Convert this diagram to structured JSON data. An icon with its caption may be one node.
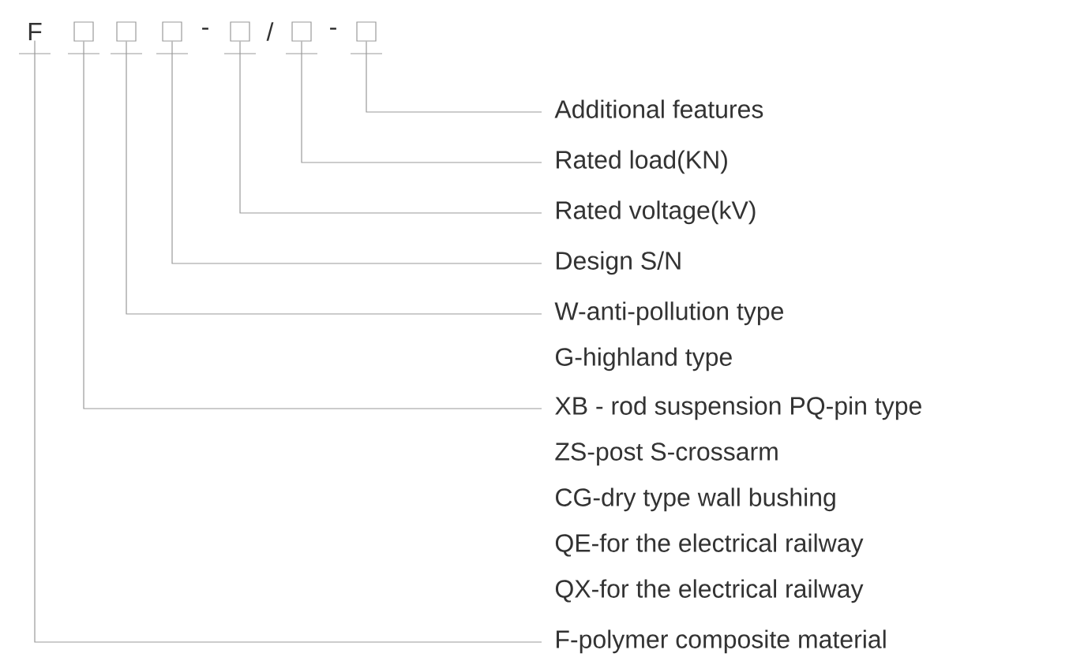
{
  "diagram": {
    "nodes": [
      {
        "text": [
          "F"
        ]
      },
      {
        "text": [],
        "shape": "box"
      },
      {
        "text": [],
        "shape": "box"
      },
      {
        "text": [],
        "shape": "box"
      },
      {
        "text": [],
        "shape": "box"
      },
      {
        "text": [],
        "shape": "box"
      },
      {
        "text": [],
        "shape": "box"
      },
      {
        "text": [
          "Additional features"
        ]
      },
      {
        "text": [
          "Rated load(KN)"
        ]
      },
      {
        "text": [
          "Rated voltage(kV)"
        ]
      },
      {
        "text": [
          "Design S/N"
        ]
      },
      {
        "text": [
          "W-anti-pollution type",
          "G-highland type"
        ]
      },
      {
        "text": [
          "XB - rod suspension PQ-pin type",
          "ZS-post S-crossarm",
          "CG-dry type wall bushing",
          "QE-for the electrical railway",
          "QX-for the electrical railway"
        ]
      },
      {
        "text": [
          "F-polymer composite material"
        ]
      }
    ],
    "edges": [
      {
        "from": 7,
        "to": 6,
        "arrow": "none"
      },
      {
        "from": 8,
        "to": 5,
        "arrow": "none"
      },
      {
        "from": 9,
        "to": 4,
        "arrow": "none"
      },
      {
        "from": 10,
        "to": 3,
        "arrow": "none"
      },
      {
        "from": 11,
        "to": 2,
        "arrow": "none"
      },
      {
        "from": 12,
        "to": 1,
        "arrow": "none"
      },
      {
        "from": 13,
        "to": 0,
        "arrow": "none"
      }
    ],
    "labels": [
      "-",
      "/",
      "-"
    ]
  }
}
